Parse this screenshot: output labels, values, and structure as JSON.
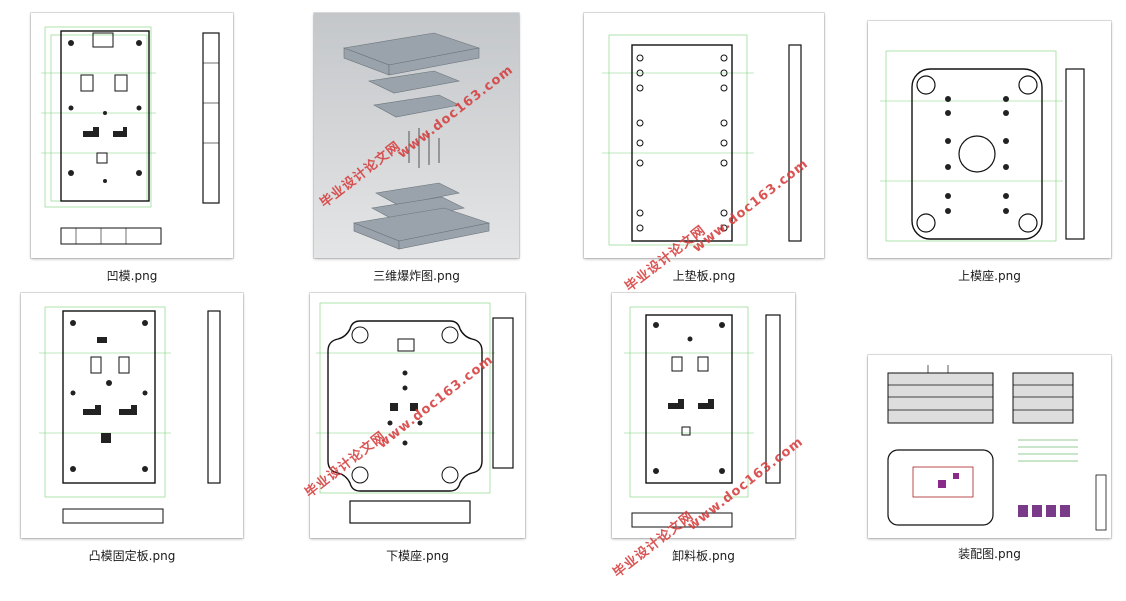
{
  "files": [
    {
      "name": "凹模.png",
      "icon": "cad-drawing-thumbnail"
    },
    {
      "name": "三维爆炸图.png",
      "icon": "3d-exploded-render-thumbnail"
    },
    {
      "name": "上垫板.png",
      "icon": "cad-drawing-thumbnail"
    },
    {
      "name": "上模座.png",
      "icon": "cad-drawing-thumbnail"
    },
    {
      "name": "凸模固定板.png",
      "icon": "cad-drawing-thumbnail"
    },
    {
      "name": "下模座.png",
      "icon": "cad-drawing-thumbnail"
    },
    {
      "name": "卸料板.png",
      "icon": "cad-drawing-thumbnail"
    },
    {
      "name": "装配图.png",
      "icon": "cad-assembly-thumbnail"
    }
  ],
  "watermark": {
    "cn": "毕业设计论文网",
    "url": "www.doc163.com",
    "color": "#d63c3c"
  }
}
